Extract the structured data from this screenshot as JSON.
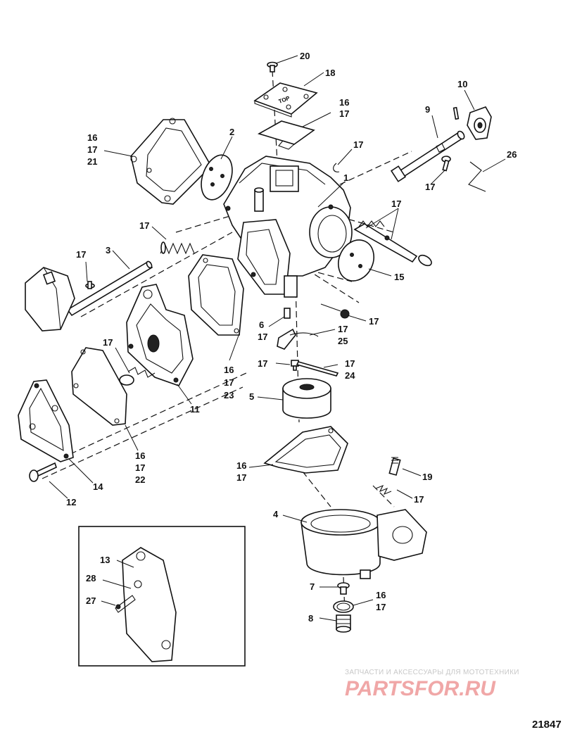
{
  "figure_number": "21847",
  "watermark": {
    "tagline": "ЗАПЧАСТИ И АКСЕССУАРЫ ДЛЯ МОТОТЕХНИКИ",
    "brand": "PARTSFOR.RU"
  },
  "top_plate_text": "TOP",
  "callouts": {
    "c20": "20",
    "c18": "18",
    "c16_17_top": [
      "16",
      "17"
    ],
    "c10": "10",
    "c9": "9",
    "c16_17_21": [
      "16",
      "17",
      "21"
    ],
    "c2": "2",
    "c17_clip": "17",
    "c26": "26",
    "c17_screw_right": "17",
    "c1": "1",
    "c17_mix": "17",
    "c17_spring": "17",
    "c3": "3",
    "c17_screw_left": "17",
    "c15": "15",
    "c17_needle": "17",
    "c6_17": [
      "6",
      "17"
    ],
    "c17_25": [
      "17",
      "25"
    ],
    "c17_pin": "17",
    "c17_24": [
      "17",
      "24"
    ],
    "c16_17_23": [
      "16",
      "17",
      "23"
    ],
    "c17_valve": "17",
    "c11": "11",
    "c5": "5",
    "c16_17_22": [
      "16",
      "17",
      "22"
    ],
    "c14": "14",
    "c16_17_bowl": [
      "16",
      "17"
    ],
    "c19": "19",
    "c17_bowl_spring": "17",
    "c12": "12",
    "c4": "4",
    "c13": "13",
    "c28": "28",
    "c27": "27",
    "c7": "7",
    "c16_17_bottom": [
      "16",
      "17"
    ],
    "c8": "8"
  }
}
